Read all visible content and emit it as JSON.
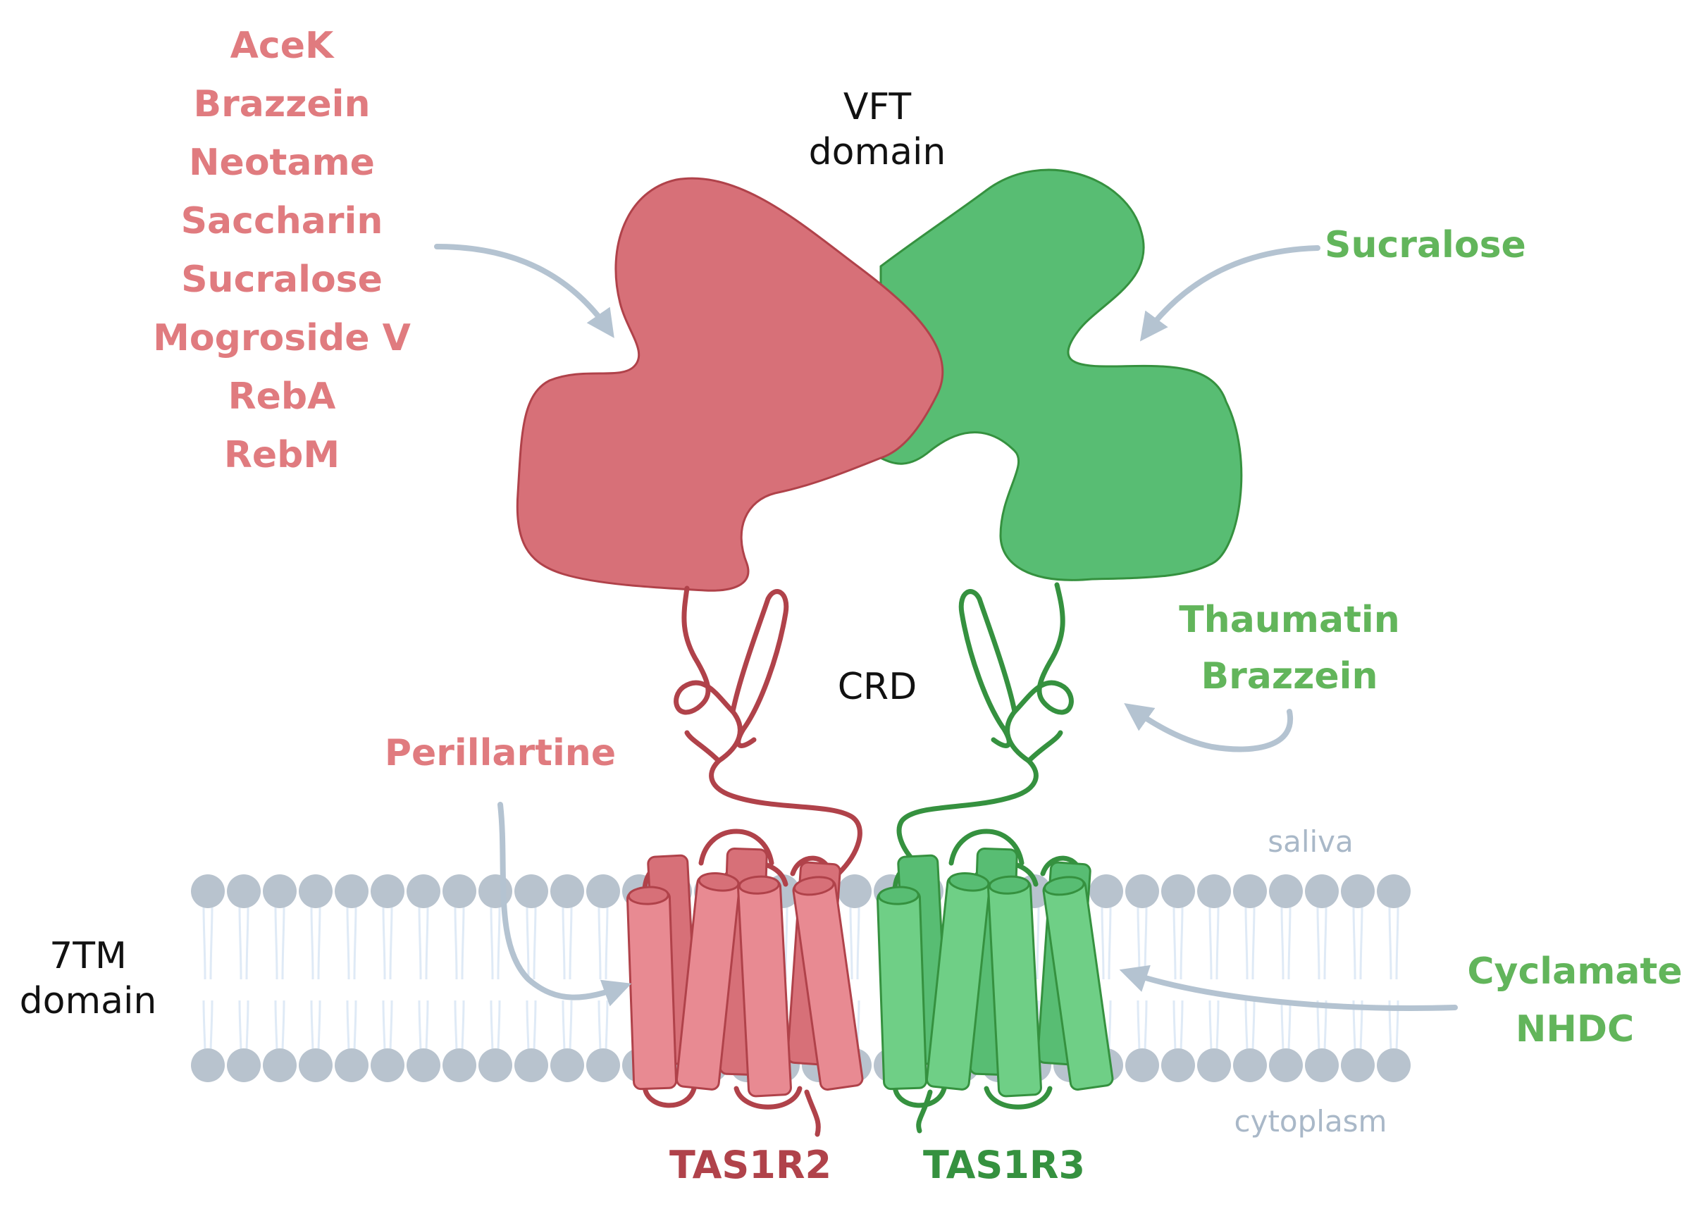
{
  "labels": {
    "vft_domain": [
      "VFT",
      "domain"
    ],
    "crd": "CRD",
    "tm_domain": [
      "7TM",
      "domain"
    ],
    "saliva": "saliva",
    "cytoplasm": "cytoplasm",
    "tas1r2": "TAS1R2",
    "tas1r3": "TAS1R3"
  },
  "ligands": {
    "tas1r2_vft": [
      "AceK",
      "Brazzein",
      "Neotame",
      "Saccharin",
      "Sucralose",
      "Mogroside V",
      "RebA",
      "RebM"
    ],
    "tas1r2_tmd": [
      "Perillartine"
    ],
    "tas1r3_vft": [
      "Sucralose"
    ],
    "tas1r3_crd": [
      "Thaumatin",
      "Brazzein"
    ],
    "tas1r3_tmd": [
      "Cyclamate",
      "NHDC"
    ]
  },
  "colors": {
    "tas1r2_fill": "#d77078",
    "tas1r2_stroke": "#b0424a",
    "tas1r2_light": "#e88a92",
    "tas1r3_fill": "#58bd73",
    "tas1r3_stroke": "#35913f",
    "tas1r3_light": "#6fcf86",
    "arrow": "#b4c3d1",
    "membrane_head": "#b8c3ce",
    "membrane_tail": "#dfeaf6",
    "ligand_red": "#e07b7f",
    "ligand_green": "#62b55b",
    "label_grey": "#a9b8c8"
  }
}
